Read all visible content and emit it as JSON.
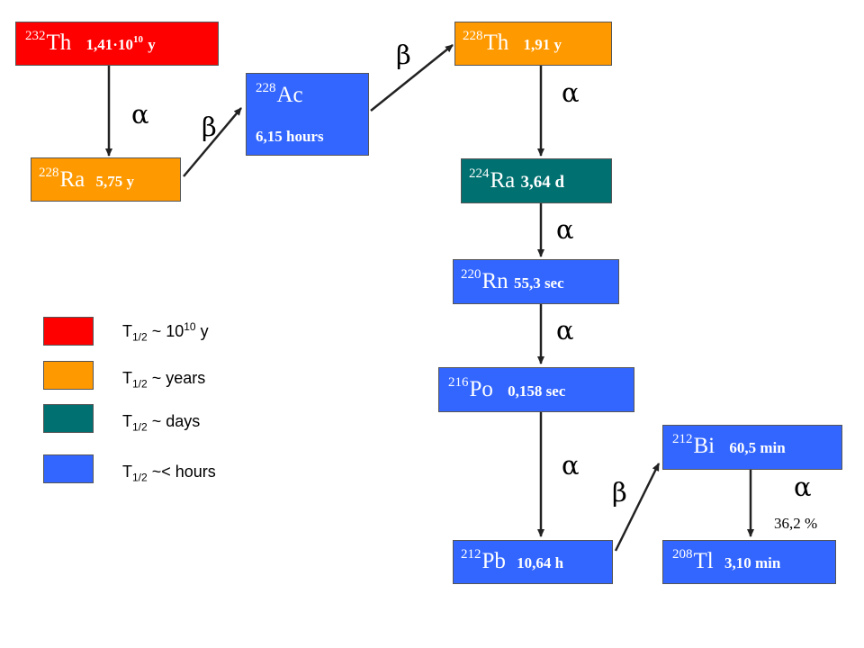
{
  "colors": {
    "billions_years": "#ff0000",
    "years": "#ff9900",
    "days": "#007070",
    "hours": "#3366ff",
    "arrow": "#222222"
  },
  "nodes": {
    "th232": {
      "mass": "232",
      "symbol": "Th",
      "half_life": "1,41·10",
      "half_life_exp": "10",
      "half_life_unit": " y"
    },
    "ra228": {
      "mass": "228",
      "symbol": "Ra",
      "half_life": "5,75 y"
    },
    "ac228": {
      "mass": "228",
      "symbol": "Ac",
      "half_life": "6,15 hours"
    },
    "th228": {
      "mass": "228",
      "symbol": "Th",
      "half_life": "1,91 y"
    },
    "ra224": {
      "mass": "224",
      "symbol": "Ra",
      "half_life": "3,64 d"
    },
    "rn220": {
      "mass": "220",
      "symbol": "Rn",
      "half_life": "55,3 sec"
    },
    "po216": {
      "mass": "216",
      "symbol": "Po",
      "half_life": "0,158 sec"
    },
    "pb212": {
      "mass": "212",
      "symbol": "Pb",
      "half_life": "10,64 h"
    },
    "bi212": {
      "mass": "212",
      "symbol": "Bi",
      "half_life": "60,5 min"
    },
    "tl208": {
      "mass": "208",
      "symbol": "Tl",
      "half_life": "3,10 min"
    }
  },
  "decays": {
    "alpha": "α",
    "beta": "β",
    "branch_percent": "36,2 %"
  },
  "legend": [
    {
      "color": "#ff0000",
      "prefix": "T",
      "sub": "1/2",
      "text": " ~ 10",
      "sup": "10",
      "suffix": " y"
    },
    {
      "color": "#ff9900",
      "prefix": "T",
      "sub": "1/2",
      "text": " ~ years",
      "sup": "",
      "suffix": ""
    },
    {
      "color": "#007070",
      "prefix": "T",
      "sub": "1/2",
      "text": " ~ days",
      "sup": "",
      "suffix": ""
    },
    {
      "color": "#3366ff",
      "prefix": "T",
      "sub": "1/2",
      "text": " ~< hours",
      "sup": "",
      "suffix": ""
    }
  ]
}
